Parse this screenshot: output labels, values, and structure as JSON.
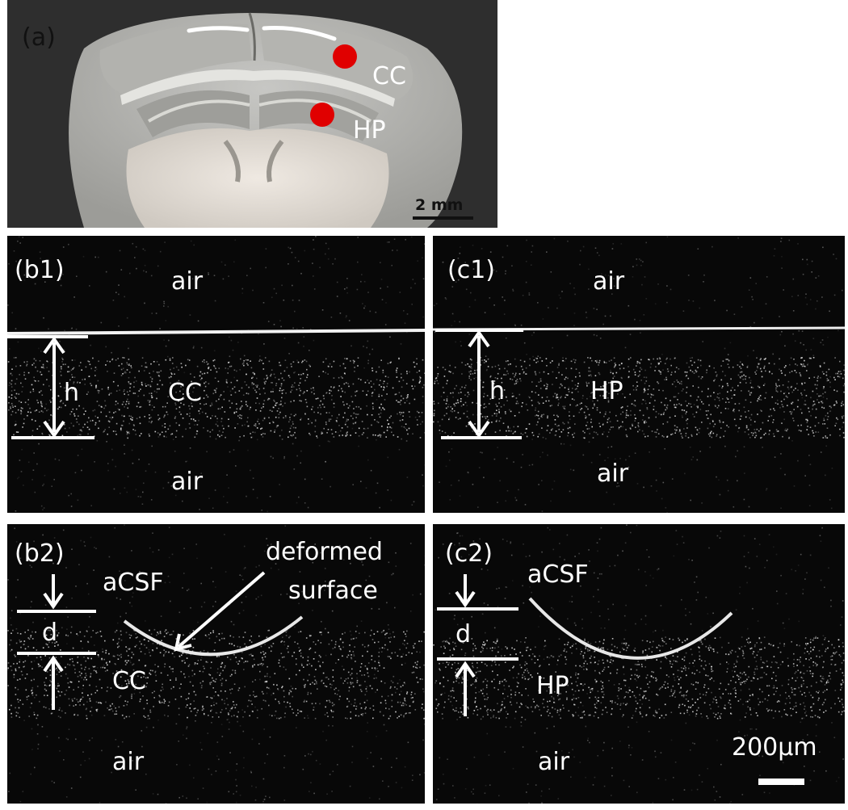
{
  "panel_a": {
    "label": "(a)",
    "markers": [
      {
        "name": "CC",
        "label": "CC",
        "color": "#e00000"
      },
      {
        "name": "HP",
        "label": "HP",
        "color": "#e00000"
      }
    ],
    "scalebar": "2 mm"
  },
  "panel_b1": {
    "label": "(b1)",
    "top_text": "air",
    "mid_text": "CC",
    "bottom_text": "air",
    "arrow_label": "h"
  },
  "panel_c1": {
    "label": "(c1)",
    "top_text": "air",
    "mid_text": "HP",
    "bottom_text": "air",
    "arrow_label": "h"
  },
  "panel_b2": {
    "label": "(b2)",
    "fluid_text": "aCSF",
    "tissue_text": "CC",
    "bottom_text": "air",
    "gap_label": "d",
    "annotation_line1": "deformed",
    "annotation_line2": "surface"
  },
  "panel_c2": {
    "label": "(c2)",
    "fluid_text": "aCSF",
    "tissue_text": "HP",
    "bottom_text": "air",
    "gap_label": "d",
    "scalebar": "200µm"
  },
  "colors": {
    "marker": "#e00000",
    "oct_background": "#080808",
    "annotation": "#ffffff"
  }
}
